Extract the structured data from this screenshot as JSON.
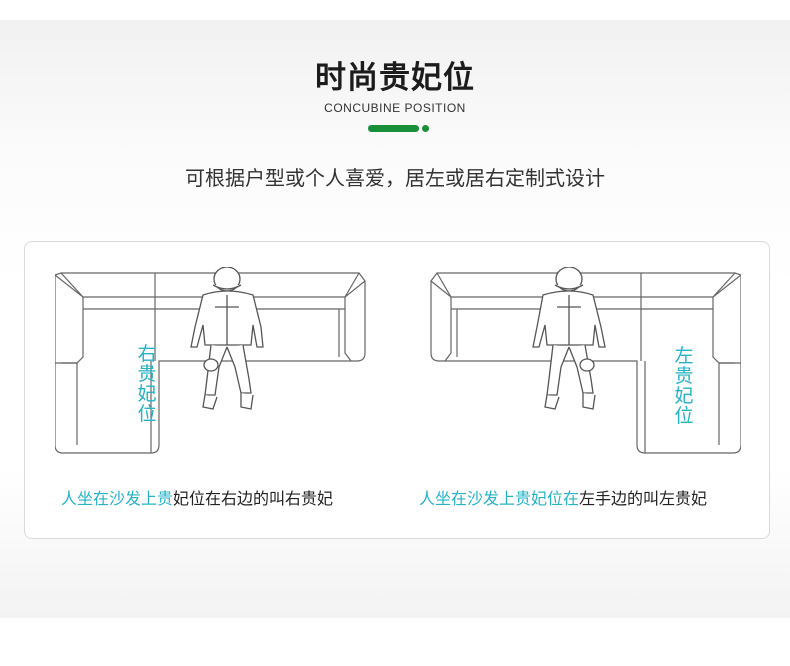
{
  "header": {
    "title": "时尚贵妃位",
    "subtitle": "CONCUBINE POSITION",
    "accent_color": "#1a8f3a"
  },
  "description": "可根据户型或个人喜爱，居左或居右定制式设计",
  "diagrams": {
    "left": {
      "chaise_label": "右贵妃位",
      "caption_highlight": "人坐在沙发上贵",
      "caption_rest": "妃位在右边的叫右贵妃"
    },
    "right": {
      "chaise_label": "左贵妃位",
      "caption_highlight": "人坐在沙发上贵妃位在",
      "caption_rest": "左手边的叫左贵妃"
    }
  },
  "colors": {
    "highlight": "#26b3c7",
    "text": "#222222",
    "line": "#666666"
  }
}
